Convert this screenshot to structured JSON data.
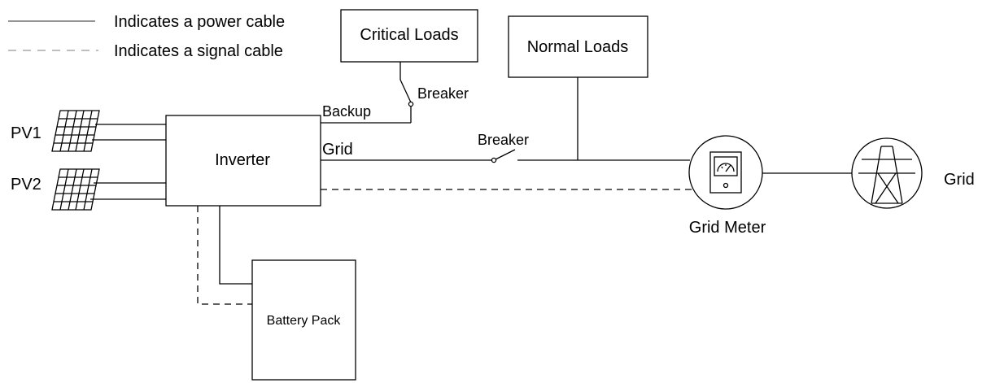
{
  "legend": {
    "power_cable": "Indicates a power cable",
    "signal_cable": "Indicates a signal cable"
  },
  "nodes": {
    "pv1": "PV1",
    "pv2": "PV2",
    "inverter": "Inverter",
    "critical_loads": "Critical Loads",
    "normal_loads": "Normal Loads",
    "battery_pack": "Battery Pack",
    "grid_meter": "Grid Meter",
    "grid": "Grid"
  },
  "labels": {
    "backup": "Backup",
    "grid_port": "Grid",
    "breaker_backup": "Breaker",
    "breaker_grid": "Breaker"
  },
  "icons": {
    "solar_panel": "solar-panel-icon",
    "meter": "meter-icon",
    "transmission_tower": "transmission-tower-icon",
    "breaker_switch": "breaker-switch-icon"
  }
}
